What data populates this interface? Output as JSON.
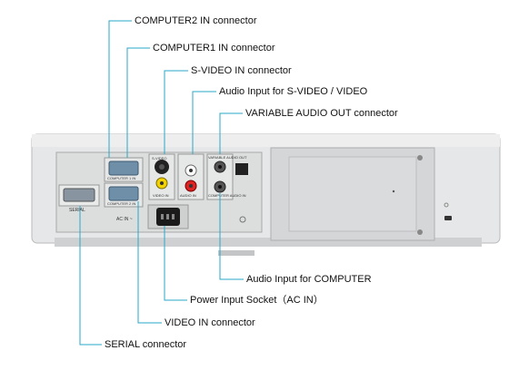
{
  "callouts": {
    "computer2_in": "COMPUTER2 IN connector",
    "computer1_in": "COMPUTER1 IN connector",
    "s_video_in": "S-VIDEO IN connector",
    "audio_svideo_video": "Audio Input for S-VIDEO / VIDEO",
    "variable_audio_out": "VARIABLE AUDIO OUT connector",
    "audio_computer": "Audio Input for COMPUTER",
    "power_input": "Power Input Socket（AC IN）",
    "video_in": "VIDEO IN connector",
    "serial": "SERIAL connector"
  },
  "panel_labels": {
    "serial": "SERIAL",
    "computer1_in": "COMPUTER 1 IN",
    "computer2_in": "COMPUTER 2 IN",
    "s_video": "S-VIDEO",
    "video_in": "VIDEO IN",
    "audio_in": "AUDIO IN",
    "variable_audio_out": "VARIABLE AUDIO OUT",
    "computer_audio_in": "COMPUTER AUDIO IN",
    "ac_in": "AC IN ~"
  },
  "colors": {
    "leader_line": "#2aa7c9",
    "housing": "#e4e5e6",
    "panel": "#d9dadb"
  }
}
